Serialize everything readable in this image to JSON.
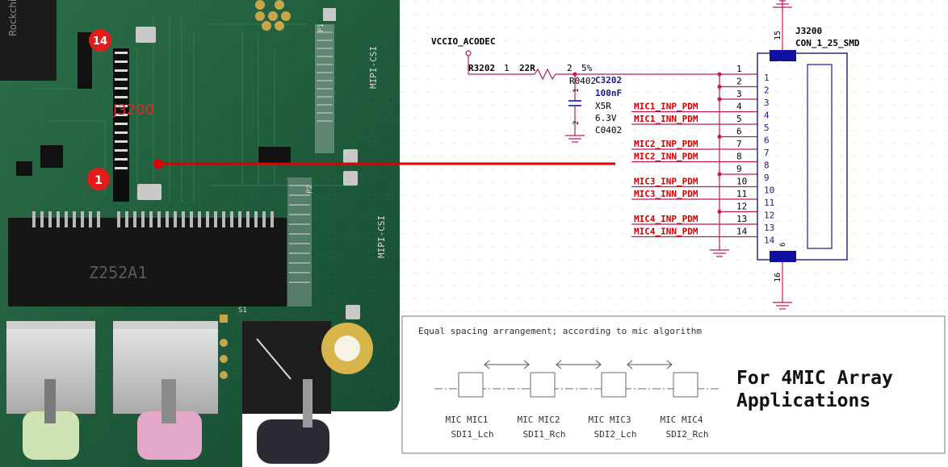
{
  "board": {
    "silk_mipi_top": "MIPI-CSI",
    "silk_mipi_bottom": "MIPI-CSI",
    "silk_model": "Z252A1",
    "silk_p1": "P1",
    "silk_p2": "P2",
    "silk_s1": "S1",
    "chip_brand": "Rockchip",
    "j_label": "J3200",
    "pin14_badge": "14",
    "pin1_badge": "1"
  },
  "schematic": {
    "net_vccio": "VCCIO_ACODEC",
    "r_ref": "R3202",
    "r_pin1": "1",
    "r_value": "22R",
    "r_pin2": "2",
    "r_tol": "5%",
    "r_pkg": "R0402",
    "c_ref": "C3202",
    "c_value": "100nF",
    "c_pin1": "1",
    "c_pin2": "2",
    "c_dielectric": "X5R",
    "c_voltage": "6.3V",
    "c_pkg": "C0402",
    "conn_ref": "J3200",
    "conn_part": "CON_1_25_SMD",
    "conn_pin15": "15",
    "conn_pin16": "16",
    "pad_top_num": "1",
    "pad_bottom_num": "6",
    "nets": [
      {
        "pin": "1",
        "inner": "1",
        "name": ""
      },
      {
        "pin": "2",
        "inner": "2",
        "name": ""
      },
      {
        "pin": "3",
        "inner": "3",
        "name": ""
      },
      {
        "pin": "4",
        "inner": "4",
        "name": "MIC1_INP_PDM"
      },
      {
        "pin": "5",
        "inner": "5",
        "name": "MIC1_INN_PDM"
      },
      {
        "pin": "6",
        "inner": "6",
        "name": ""
      },
      {
        "pin": "7",
        "inner": "7",
        "name": "MIC2_INP_PDM"
      },
      {
        "pin": "8",
        "inner": "8",
        "name": "MIC2_INN_PDM"
      },
      {
        "pin": "9",
        "inner": "9",
        "name": ""
      },
      {
        "pin": "10",
        "inner": "10",
        "name": "MIC3_INP_PDM"
      },
      {
        "pin": "11",
        "inner": "11",
        "name": "MIC3_INN_PDM"
      },
      {
        "pin": "12",
        "inner": "12",
        "name": ""
      },
      {
        "pin": "13",
        "inner": "13",
        "name": "MIC4_INP_PDM"
      },
      {
        "pin": "14",
        "inner": "14",
        "name": "MIC4_INN_PDM"
      }
    ]
  },
  "arrangement": {
    "note": "Equal spacing arrangement; according to mic algorithm",
    "title_line1": "For 4MIC Array",
    "title_line2": "Applications",
    "mics": [
      {
        "label": "MIC MIC1",
        "sdi": "SDI1_Lch"
      },
      {
        "label": "MIC MIC2",
        "sdi": "SDI1_Rch"
      },
      {
        "label": "MIC MIC3",
        "sdi": "SDI2_Lch"
      },
      {
        "label": "MIC MIC4",
        "sdi": "SDI2_Rch"
      }
    ]
  },
  "colors": {
    "net_label": "#d40000",
    "wire": "#c0165a",
    "conn_body": "#1a1a8c",
    "callout_line": "#e00000",
    "pcb_green": "#1d5a3a",
    "badge_red": "#e21b1b"
  }
}
